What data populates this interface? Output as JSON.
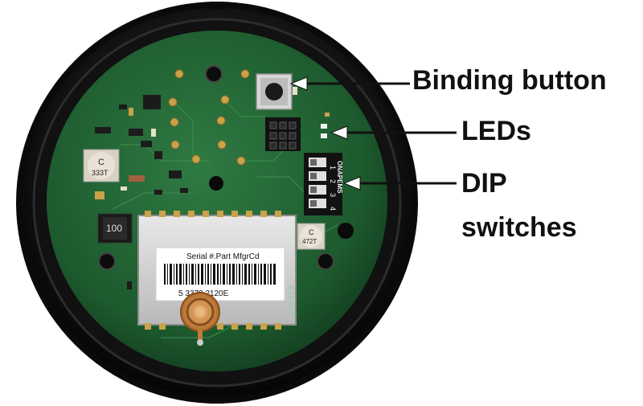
{
  "callouts": {
    "binding_button": "Binding button",
    "leds": "LEDs",
    "dip_switches_line1": "DIP",
    "dip_switches_line2": "switches"
  },
  "board": {
    "inductor_label": "100",
    "cap_label_left_top": "C",
    "cap_label_left_bottom": "333T",
    "cap_label_right_top": "C",
    "cap_label_right_bottom": "472T",
    "module_label_header": "Serial #.Part MfgrCd",
    "module_label_serial": "5 3378.2120E",
    "dip_brand": "ONAPEMS",
    "dip_numbers": [
      "1",
      "2",
      "3",
      "4"
    ],
    "pcb_code": "209542B"
  },
  "colors": {
    "pcb_green": "#1f5a2e",
    "housing_black": "#141414",
    "pad_gold": "#c9a24a",
    "label_text": "#111111"
  }
}
